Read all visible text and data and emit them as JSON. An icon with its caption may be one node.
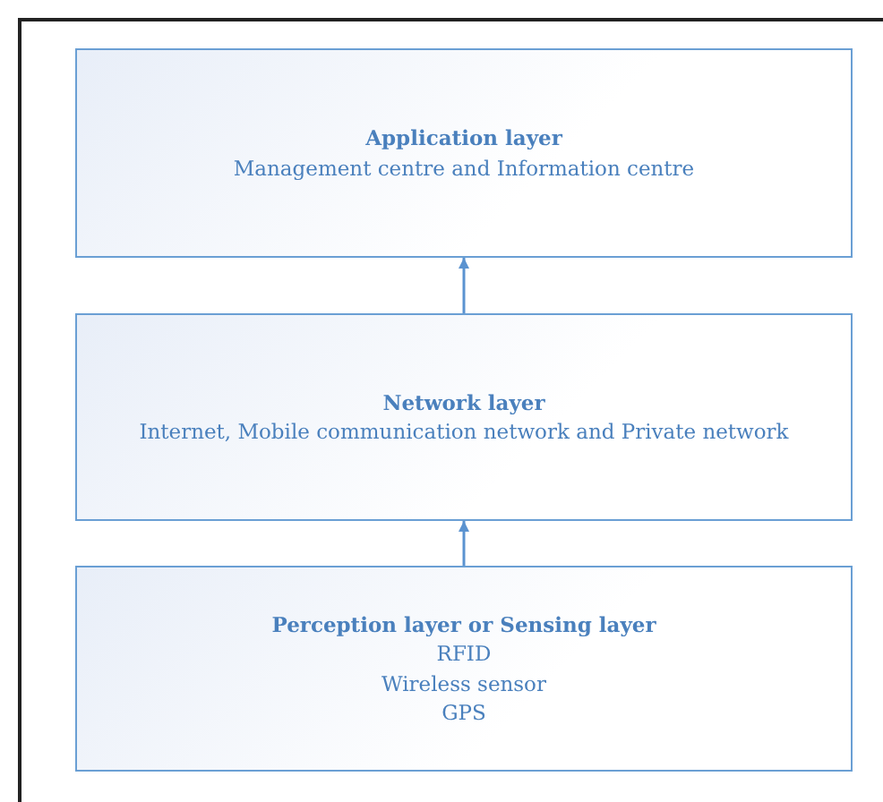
{
  "diagram": {
    "nodes": [
      {
        "text": [
          "Application layer",
          "Management centre and Information centre"
        ]
      },
      {
        "text": [
          "Network layer",
          "Internet, Mobile communication network and Private network"
        ]
      },
      {
        "text": [
          "Perception layer or Sensing layer",
          "RFID",
          "Wireless sensor",
          "GPS"
        ]
      }
    ],
    "edges": [
      {
        "from": 1,
        "to": 0,
        "arrow": "to"
      },
      {
        "from": 2,
        "to": 1,
        "arrow": "to"
      }
    ]
  }
}
